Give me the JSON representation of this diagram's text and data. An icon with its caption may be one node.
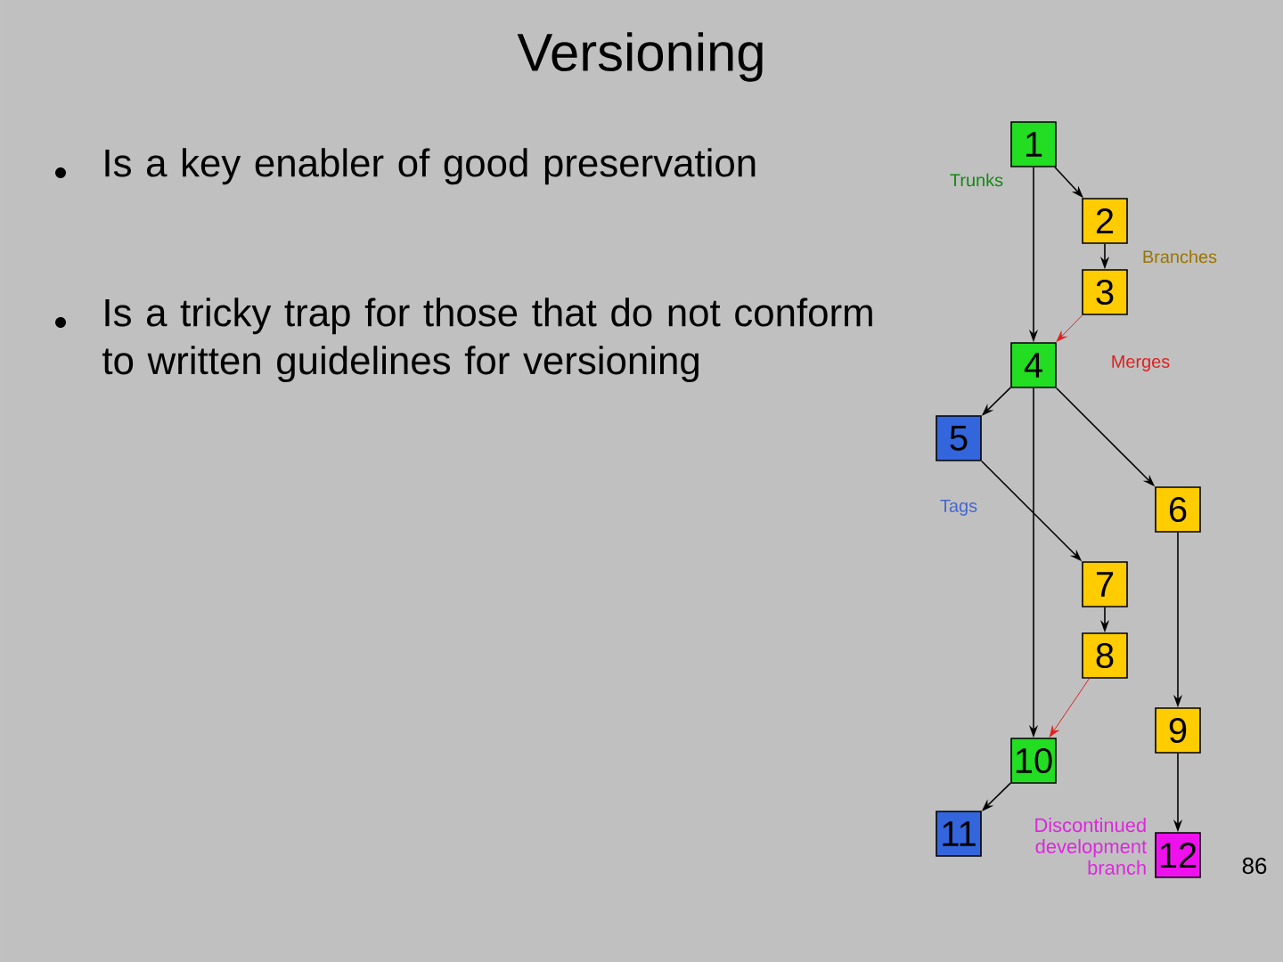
{
  "diagram": {
    "title": "Versioning",
    "nodes": [
      {
        "text": [
          "1"
        ]
      },
      {
        "text": [
          "2"
        ]
      },
      {
        "text": [
          "3"
        ]
      },
      {
        "text": [
          "4"
        ]
      },
      {
        "text": [
          "5"
        ]
      },
      {
        "text": [
          "6"
        ]
      },
      {
        "text": [
          "7"
        ]
      },
      {
        "text": [
          "8"
        ]
      },
      {
        "text": [
          "9"
        ]
      },
      {
        "text": [
          "10"
        ]
      },
      {
        "text": [
          "11"
        ]
      },
      {
        "text": [
          "12"
        ],
        "beside": [
          "Discontinued development branch"
        ]
      }
    ],
    "edges": [
      {
        "from": 0,
        "to": 1,
        "arrow": "to"
      },
      {
        "from": 1,
        "to": 2,
        "arrow": "to"
      },
      {
        "from": 2,
        "to": 3,
        "arrow": "to",
        "color": "#e02020"
      },
      {
        "from": 0,
        "to": 3,
        "arrow": "to"
      },
      {
        "from": 3,
        "to": 4,
        "arrow": "to"
      },
      {
        "from": 3,
        "to": 5,
        "arrow": "to"
      },
      {
        "from": 3,
        "to": 9,
        "arrow": "to"
      },
      {
        "from": 4,
        "to": 6,
        "arrow": "to"
      },
      {
        "from": 6,
        "to": 7,
        "arrow": "to"
      },
      {
        "from": 7,
        "to": 9,
        "arrow": "to",
        "color": "#e02020"
      },
      {
        "from": 5,
        "to": 8,
        "arrow": "to"
      },
      {
        "from": 8,
        "to": 11,
        "arrow": "to"
      },
      {
        "from": 9,
        "to": 10,
        "arrow": "to"
      }
    ],
    "labels": [
      "Is a key enabler of good preservation",
      "Is a tricky trap for those that do not conform to written guidelines for versioning",
      "Trunks",
      "Branches",
      "Merges",
      "Tags",
      "86"
    ]
  }
}
